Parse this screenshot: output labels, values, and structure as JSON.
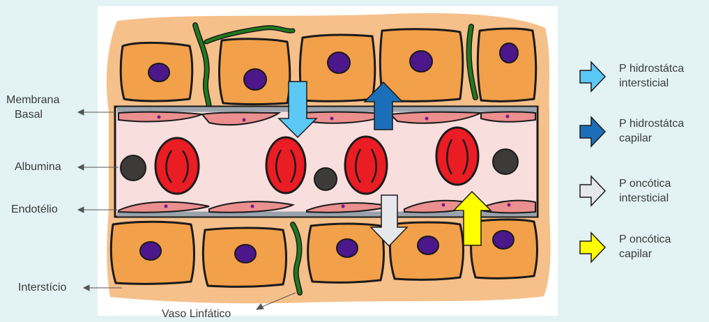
{
  "labels": {
    "membrana_line1": "Membrana",
    "membrana_line2": "Basal",
    "albumina": "Albumina",
    "endotelio": "Endotélio",
    "intersticio": "Interstício",
    "vaso_linfatico": "Vaso Linfático"
  },
  "legend": [
    {
      "line1": "P hidrostátca",
      "line2": "intersticial",
      "color": "#5bc8f5"
    },
    {
      "line1": "P hidrostátca",
      "line2": "capilar",
      "color": "#1b6fb8"
    },
    {
      "line1": "P oncótica",
      "line2": "intersticial",
      "color": "#e6e8ec"
    },
    {
      "line1": "P oncótica",
      "line2": "capilar",
      "color": "#ffff00"
    }
  ],
  "colors": {
    "background": "#e3f3f3",
    "panel": "#ffffff",
    "tissue": "#f6c08a",
    "cell": "#f3a04a",
    "nucleus": "#4b178a",
    "vessel_lumen": "#f9dede",
    "red_cell": "#ea1c24",
    "albumin": "#3d3a3a",
    "lymph": "#1f7a1f",
    "endothelium": "#eb8f8f"
  }
}
